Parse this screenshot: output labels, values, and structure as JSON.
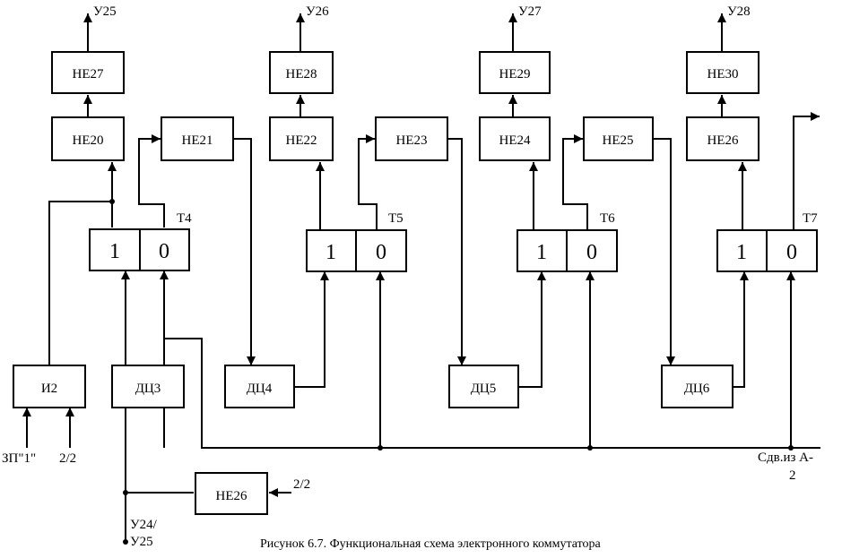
{
  "caption": "Рисунок 6.7. Функциональная схема электронного коммутатора",
  "outputs": [
    "У25",
    "У26",
    "У27",
    "У28"
  ],
  "inverters": [
    "НЕ27",
    "НЕ28",
    "НЕ29",
    "НЕ30",
    "НЕ20",
    "НЕ21",
    "НЕ22",
    "НЕ23",
    "НЕ24",
    "НЕ25",
    "НЕ26",
    "НЕ26"
  ],
  "triggers": [
    {
      "name": "Т4",
      "one": "1",
      "zero": "0"
    },
    {
      "name": "Т5",
      "one": "1",
      "zero": "0"
    },
    {
      "name": "Т6",
      "one": "1",
      "zero": "0"
    },
    {
      "name": "Т7",
      "one": "1",
      "zero": "0"
    }
  ],
  "and_gate": "И2",
  "counters": [
    "ДЦ3",
    "ДЦ4",
    "ДЦ5",
    "ДЦ6"
  ],
  "inputs": {
    "zp": "ЗП\"1\"",
    "half_a": "2/2",
    "half_b": "2/2",
    "shift_line1": "Сдв.из А-",
    "shift_line2": "2",
    "y24_line1": "У24/",
    "y24_line2": "У25"
  }
}
